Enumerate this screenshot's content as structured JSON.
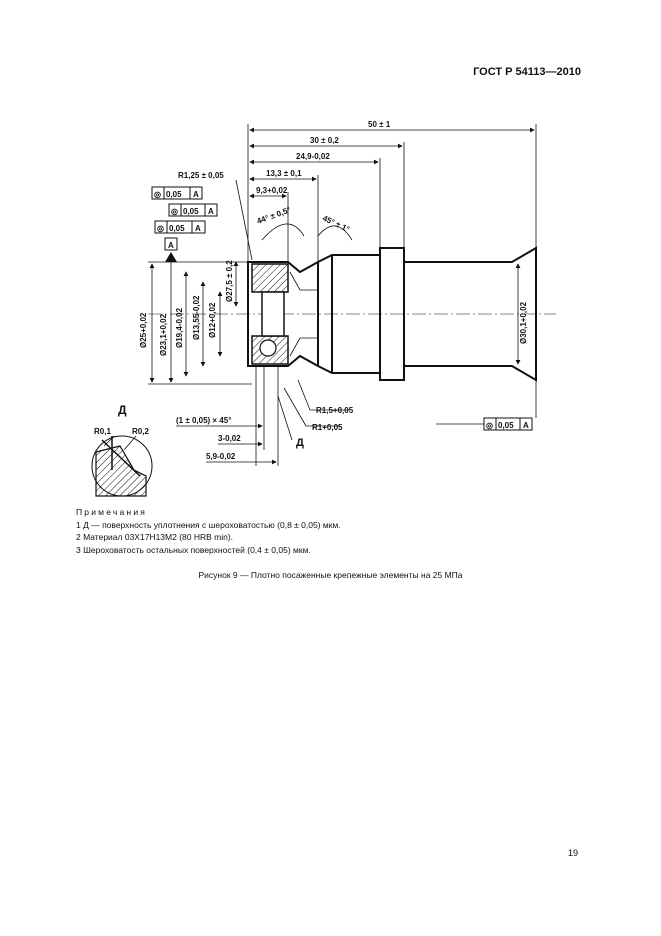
{
  "header": {
    "standard": "ГОСТ Р 54113—2010"
  },
  "drawing": {
    "dims": {
      "len_total": "50 ± 1",
      "len_30": "30 ± 0,2",
      "len_24": "24,9-0,02",
      "len_13": "13,3 ± 0,1",
      "len_9": "9,3+0,02",
      "radius_top": "R1,25 ± 0,05",
      "angle_left": "44° ± 0,5°",
      "angle_right": "45° ± 1°",
      "d25": "Ø25+0,02",
      "d23": "Ø23,1+0,02",
      "d19": "Ø19,4-0,02",
      "d13": "Ø13,55-0,02",
      "d12": "Ø12+0,02",
      "d27": "Ø27,5 ± 0,2",
      "d30": "Ø30,1+0,02",
      "chamfer": "(1 ± 0,05) × 45°",
      "len_3": "3-0,02",
      "len_5": "5,9-0,02",
      "r15": "R1,5+0,05",
      "r1": "R1+0,05"
    },
    "tolerance_frames": [
      {
        "symbol": "◎",
        "value": "0,05",
        "datum": "A"
      },
      {
        "symbol": "◎",
        "value": "0,05",
        "datum": "A"
      },
      {
        "symbol": "◎",
        "value": "0,05",
        "datum": "A"
      },
      {
        "symbol": "◎",
        "value": "0,05",
        "datum": "A"
      }
    ],
    "datum_label": "A",
    "view_label": "Д",
    "detail": {
      "title": "Д",
      "r_left": "R0,1",
      "r_right": "R0,2"
    }
  },
  "notes": {
    "title": "Примечания",
    "items": [
      "1  Д — поверхность уплотнения с шероховатостью (0,8 ± 0,05) мкм.",
      "2  Материал 03Х17Н13М2 (80 HRB min).",
      "3  Шероховатость остальных поверхностей (0,4 ± 0,05) мкм."
    ]
  },
  "caption": "Рисунок 9 — Плотно посаженные крепежные элементы на 25 МПа",
  "page_number": "19"
}
